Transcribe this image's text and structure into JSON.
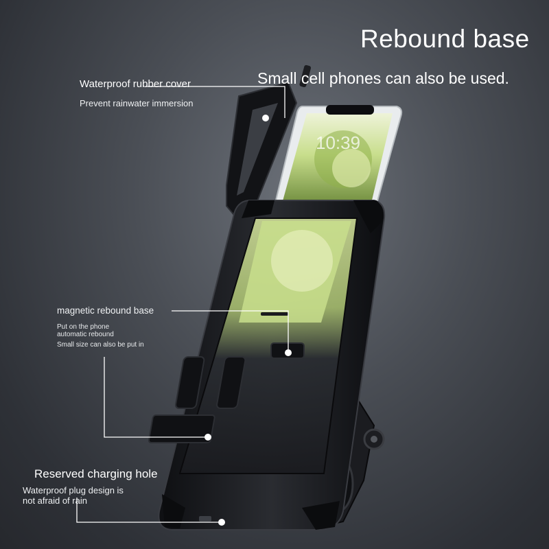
{
  "title": "Rebound base",
  "subtitle": "Small cell phones can also be used.",
  "callouts": {
    "cover": {
      "heading": "Waterproof rubber cover",
      "detail": "Prevent rainwater immersion"
    },
    "base": {
      "heading": "magnetic rebound base",
      "line1": "Put on the phone",
      "line2": "automatic rebound",
      "line3": "Small size can also be put in"
    },
    "charging": {
      "heading": "Reserved charging hole",
      "line1": "Waterproof plug design is",
      "line2": "not afraid of rain"
    }
  },
  "phone_screen": {
    "time": "10:39"
  },
  "colors": {
    "background": "#3a3d43",
    "case": "#15161a",
    "screen_green": "#c9e08a",
    "text": "#ffffff"
  }
}
